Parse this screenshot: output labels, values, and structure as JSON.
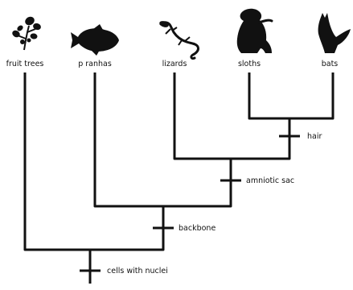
{
  "diagram": {
    "taxa": [
      {
        "label": "fruit trees",
        "icon": "fruit-tree-branch-icon"
      },
      {
        "label": "p ranhas",
        "icon": "piranha-icon"
      },
      {
        "label": "lizards",
        "icon": "lizard-icon"
      },
      {
        "label": "sloths",
        "icon": "sloth-icon"
      },
      {
        "label": "bats",
        "icon": "bat-icon"
      }
    ],
    "traits": [
      {
        "label": "hair"
      },
      {
        "label": "amniotic sac"
      },
      {
        "label": "backbone"
      },
      {
        "label": "cells with nuclei"
      }
    ],
    "line_color": "#111111"
  }
}
